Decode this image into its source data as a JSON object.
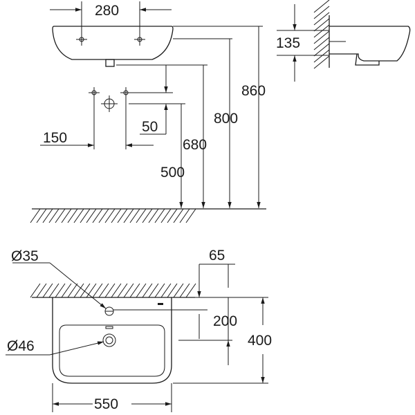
{
  "front_view": {
    "dims": {
      "tap_spacing": "280",
      "total_height": "860",
      "rim_height": "800",
      "drain_height": "680",
      "supply_height": "500",
      "supply_spacing": "150",
      "supply_offset": "50"
    }
  },
  "side_view": {
    "dims": {
      "bracket_offset": "135"
    }
  },
  "top_view": {
    "dims": {
      "tap_hole": "Ø35",
      "overflow_offset": "65",
      "tap_depth": "200",
      "depth": "400",
      "waste_hole": "Ø46",
      "width": "550"
    }
  }
}
